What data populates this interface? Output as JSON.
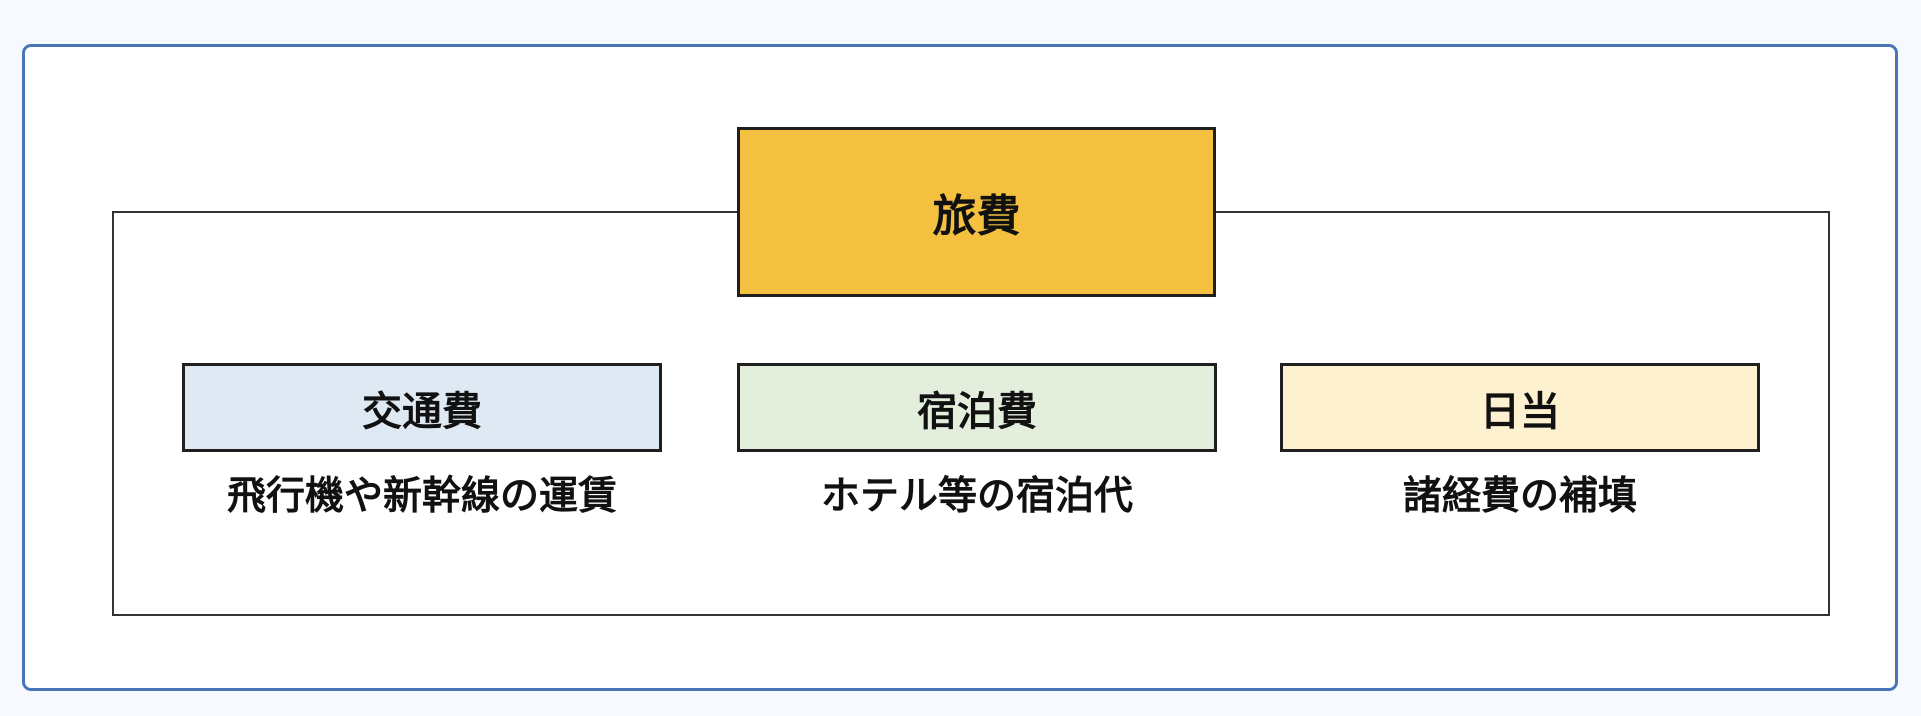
{
  "diagram": {
    "main": {
      "label": "旅費",
      "color": "#f3c03f"
    },
    "items": [
      {
        "label": "交通費",
        "caption": "飛行機や新幹線の運賃",
        "color": "#dfe9f4"
      },
      {
        "label": "宿泊費",
        "caption": "ホテル等の宿泊代",
        "color": "#e3eedc"
      },
      {
        "label": "日当",
        "caption": "諸経費の補填",
        "color": "#fdf1cf"
      }
    ]
  }
}
